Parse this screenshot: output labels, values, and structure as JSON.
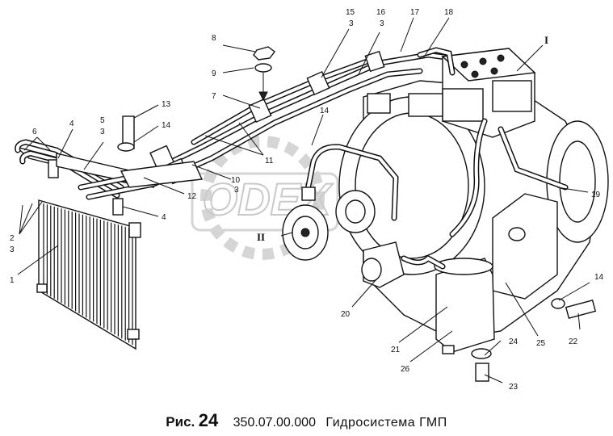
{
  "caption": {
    "fig_label": "Рис.",
    "fig_number": "24",
    "code": "350.07.00.000",
    "title": "Гидросистема ГМП"
  },
  "watermark": "ODEX",
  "callouts": [
    {
      "id": "1",
      "text": "1"
    },
    {
      "id": "2",
      "text": "2"
    },
    {
      "id": "3a",
      "text": "3"
    },
    {
      "id": "4a",
      "text": "4"
    },
    {
      "id": "4b",
      "text": "4"
    },
    {
      "id": "5",
      "text": "5"
    },
    {
      "id": "5sub",
      "text": "3"
    },
    {
      "id": "6",
      "text": "6"
    },
    {
      "id": "7",
      "text": "7"
    },
    {
      "id": "8",
      "text": "8"
    },
    {
      "id": "9",
      "text": "9"
    },
    {
      "id": "10",
      "text": "10"
    },
    {
      "id": "10sub",
      "text": "3"
    },
    {
      "id": "11",
      "text": "11"
    },
    {
      "id": "12",
      "text": "12"
    },
    {
      "id": "13",
      "text": "13"
    },
    {
      "id": "14a",
      "text": "14"
    },
    {
      "id": "14b",
      "text": "14"
    },
    {
      "id": "14c",
      "text": "14"
    },
    {
      "id": "15",
      "text": "15"
    },
    {
      "id": "15sub",
      "text": "3"
    },
    {
      "id": "16",
      "text": "16"
    },
    {
      "id": "16sub",
      "text": "3"
    },
    {
      "id": "17",
      "text": "17"
    },
    {
      "id": "18",
      "text": "18"
    },
    {
      "id": "19",
      "text": "19"
    },
    {
      "id": "20",
      "text": "20"
    },
    {
      "id": "21",
      "text": "21"
    },
    {
      "id": "22",
      "text": "22"
    },
    {
      "id": "23",
      "text": "23"
    },
    {
      "id": "24",
      "text": "24"
    },
    {
      "id": "25",
      "text": "25"
    },
    {
      "id": "26",
      "text": "26"
    },
    {
      "id": "I",
      "text": "I"
    },
    {
      "id": "II",
      "text": "II"
    }
  ]
}
